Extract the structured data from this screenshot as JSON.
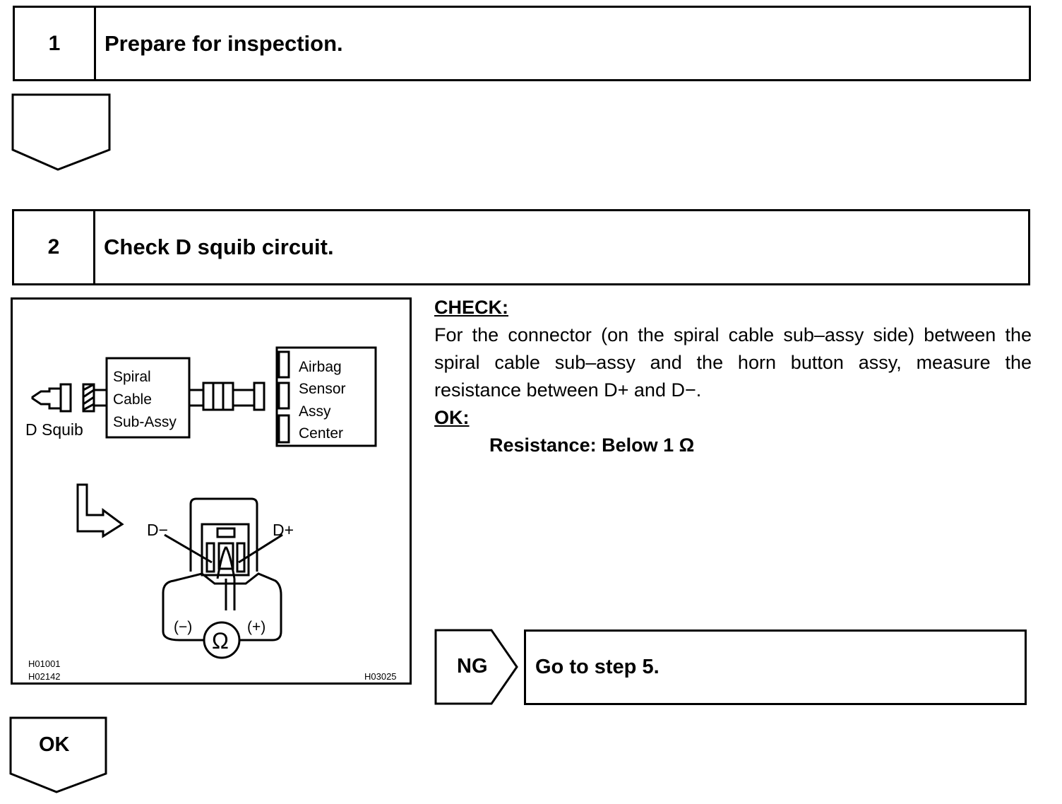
{
  "steps": [
    {
      "number": "1",
      "title": "Prepare for inspection."
    },
    {
      "number": "2",
      "title": "Check D squib circuit."
    }
  ],
  "diagram": {
    "d_squib_label": "D Squib",
    "spiral_lines": [
      "Spiral",
      "Cable",
      "Sub-Assy"
    ],
    "airbag_lines": [
      "Airbag",
      "Sensor",
      "Assy",
      "Center"
    ],
    "d_minus": "D−",
    "d_plus": "D+",
    "meter_minus": "(−)",
    "meter_plus": "(+)",
    "ohm_symbol": "Ω",
    "codes_left": [
      "H01001",
      "H02142"
    ],
    "code_right": "H03025"
  },
  "check": {
    "heading": "CHECK:",
    "text": "For the connector (on the spiral cable sub–assy side) between the spiral cable sub–assy and the horn button assy, measure the resistance between D+ and D−.",
    "ok_heading": "OK:",
    "spec": "Resistance: Below 1 Ω"
  },
  "ng": {
    "tag": "NG",
    "result": "Go to step 5."
  },
  "ok_tag": "OK"
}
